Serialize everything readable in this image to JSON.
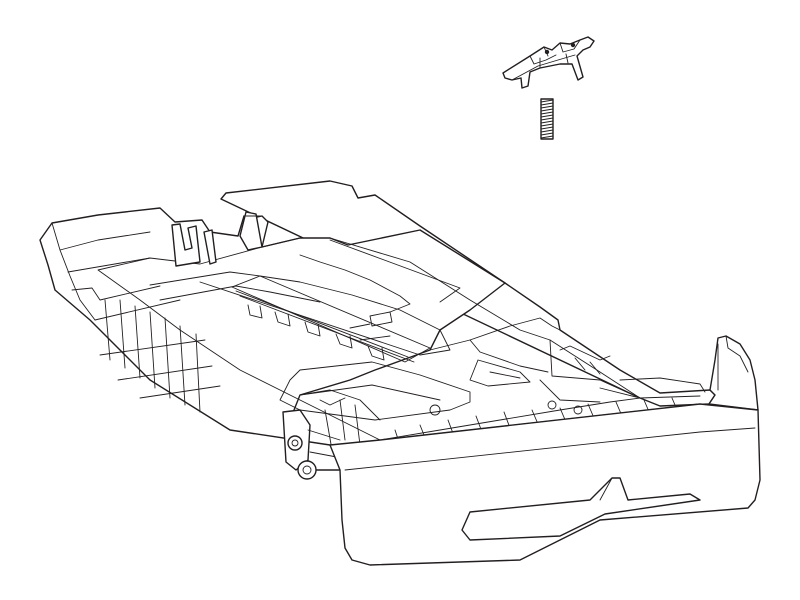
{
  "figure": {
    "type": "line-art exploded parts illustration",
    "parts": [
      {
        "name": "clip",
        "icon": "separation-pad-clip-icon"
      },
      {
        "name": "spring",
        "icon": "coil-spring-icon"
      },
      {
        "name": "tray",
        "icon": "paper-tray-icon"
      }
    ],
    "colors": {
      "line": "#231f20",
      "background": "#ffffff"
    }
  }
}
